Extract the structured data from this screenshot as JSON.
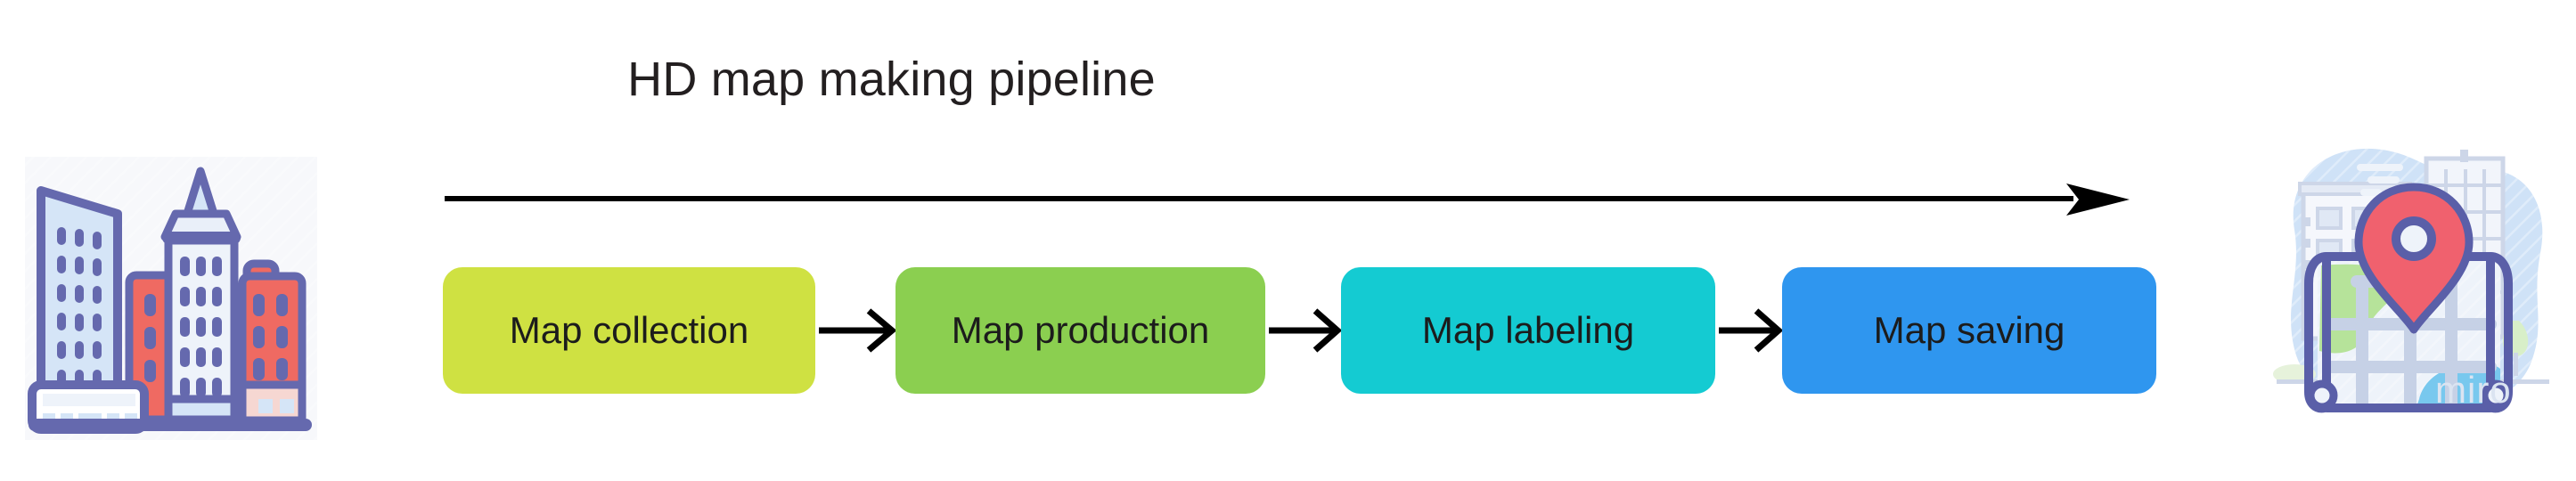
{
  "diagram": {
    "title": "HD map making pipeline",
    "type": "linear-pipeline",
    "direction": "left-to-right",
    "stages": [
      {
        "label": "Map collection",
        "color": "#cfe142",
        "order": 1
      },
      {
        "label": "Map production",
        "color": "#8bcf50",
        "order": 2
      },
      {
        "label": "Map labeling",
        "color": "#14cbd2",
        "order": 3
      },
      {
        "label": "Map saving",
        "color": "#2f96ef",
        "order": 4
      }
    ],
    "connectors": [
      {
        "from": "Map collection",
        "to": "Map production",
        "style": "open-arrow"
      },
      {
        "from": "Map production",
        "to": "Map labeling",
        "style": "open-arrow"
      },
      {
        "from": "Map labeling",
        "to": "Map saving",
        "style": "open-arrow"
      }
    ],
    "timeline_arrow": {
      "label": "",
      "style": "solid-filled-arrow",
      "color": "#000000"
    }
  },
  "illustrations": {
    "left": {
      "name": "city-buildings-illustration",
      "alt": "City skyline with skyscrapers",
      "outline_color": "#6569ae",
      "fill_blue": "#d5e5f7",
      "fill_red": "#ef6a62"
    },
    "right": {
      "name": "map-location-illustration",
      "alt": "Folded map with location pin over city buildings",
      "outline_color": "#5a5fa8",
      "pin_color": "#f0616e",
      "backdrop_color": "#cfe2f7",
      "watermark": "miro"
    }
  },
  "colors": {
    "background": "#ffffff",
    "title_text": "#231f20",
    "box_text": "#1c1c1c",
    "arrow": "#000000"
  }
}
